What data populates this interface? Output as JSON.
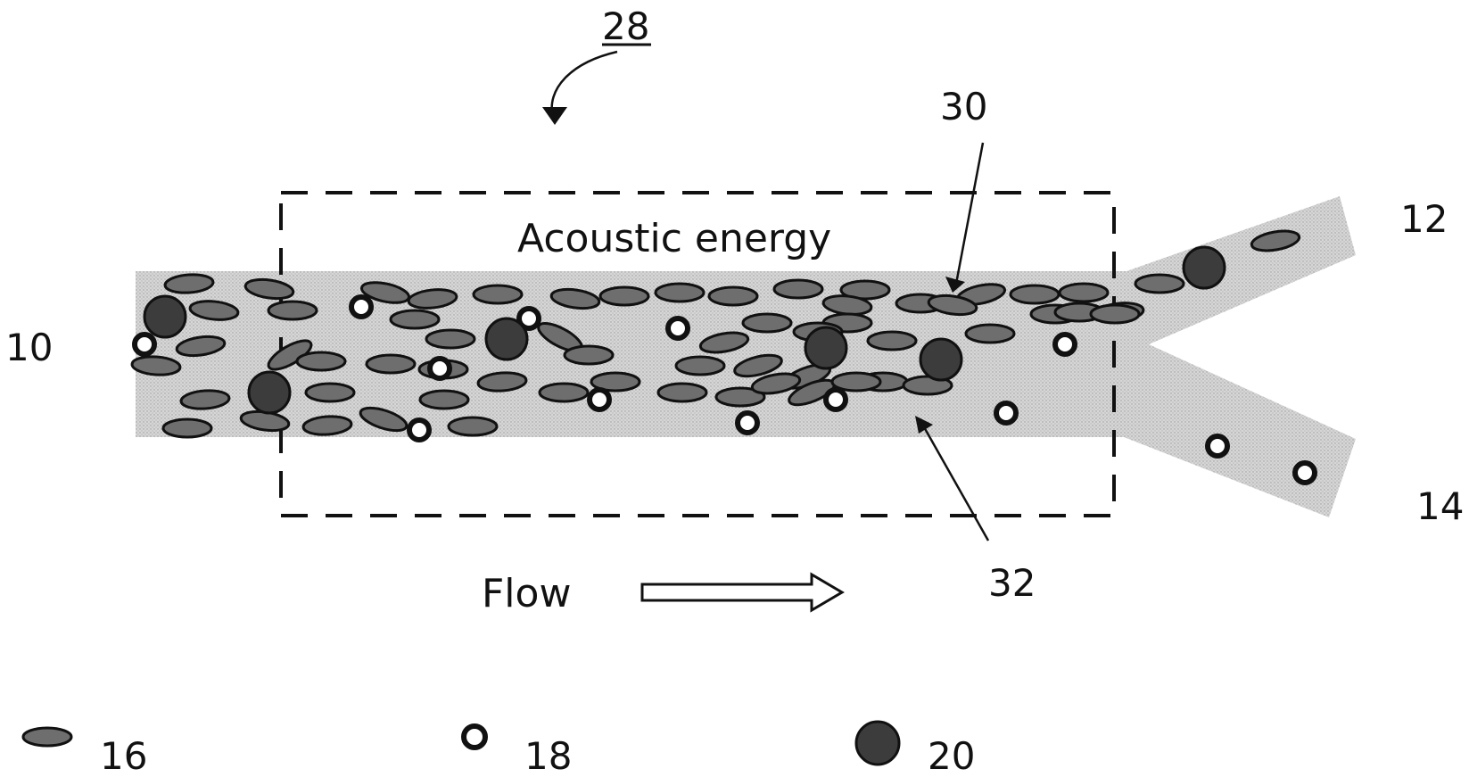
{
  "figure": {
    "ref_main": "28",
    "ref_upper_stream": "30",
    "ref_lower_stream": "32",
    "ref_inlet": "10",
    "ref_outlet_top": "12",
    "ref_outlet_bottom": "14",
    "acoustic_label": "Acoustic energy",
    "flow_label": "Flow"
  },
  "legend": [
    {
      "shape": "ellipse-cell",
      "label": "16"
    },
    {
      "shape": "small-white-particle",
      "label": "18"
    },
    {
      "shape": "large-dark-particle",
      "label": "20"
    }
  ],
  "colors": {
    "channel_fill": "#cfcfcf",
    "cell_fill": "#6e6e6e",
    "dark_particle_fill": "#3c3c3c",
    "small_particle_fill": "#ffffff",
    "outline": "#111111"
  }
}
